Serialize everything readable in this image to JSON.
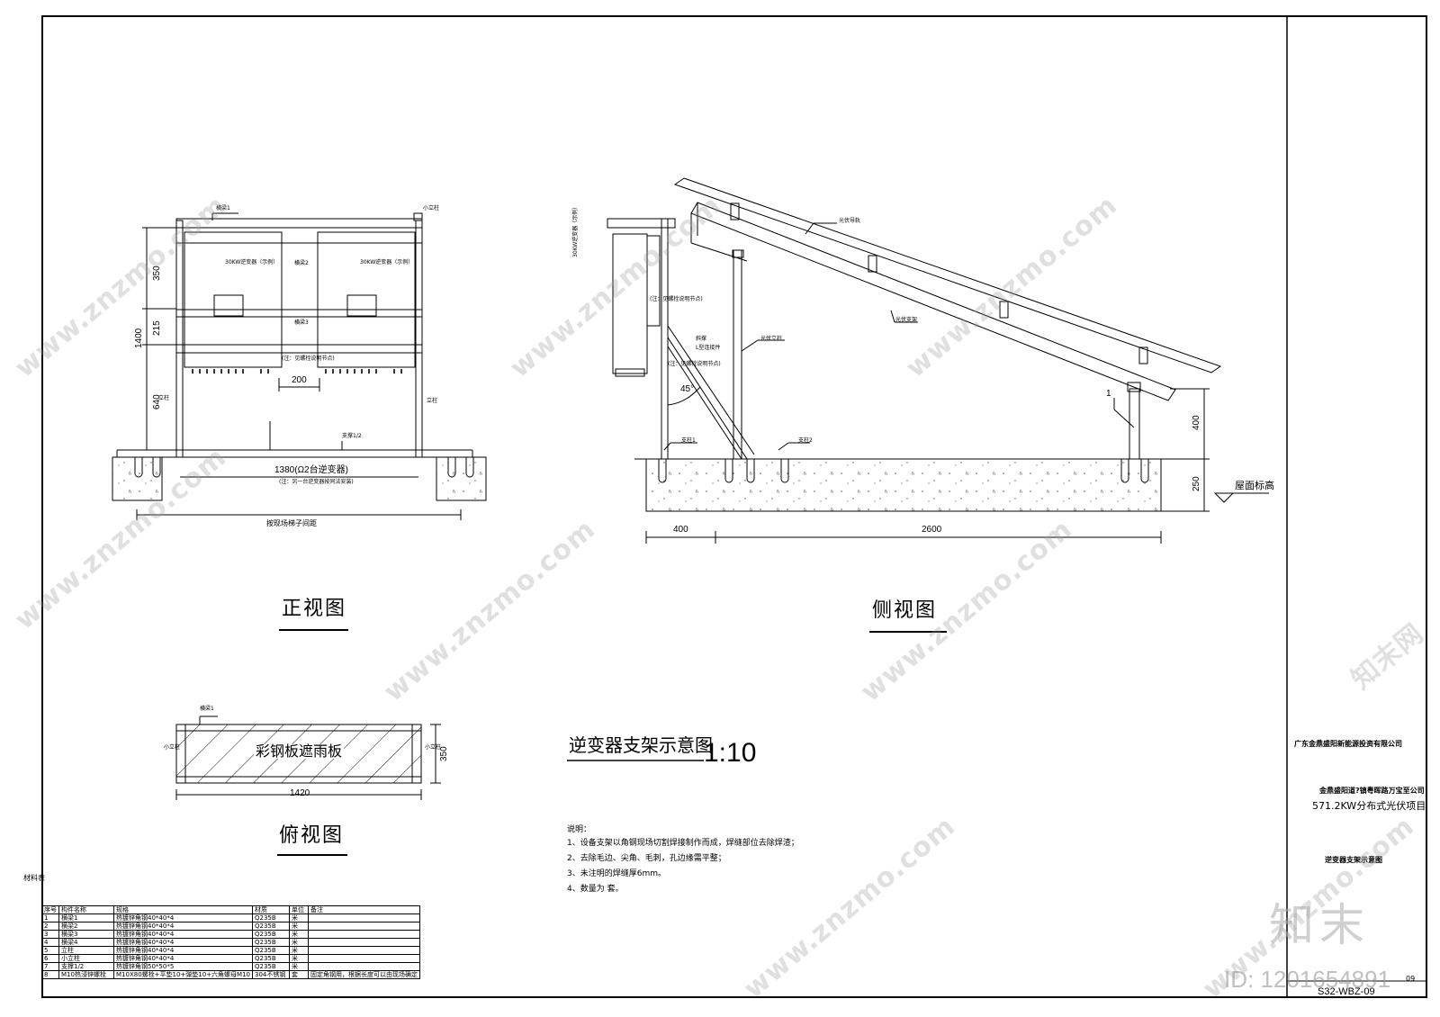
{
  "views": {
    "front": {
      "title": "正视图",
      "dims": {
        "h350": "350",
        "h215": "215",
        "h640": "640",
        "h1400": "1400",
        "w200": "200",
        "w1380": "1380(Ω2台逆变器)"
      },
      "labels": {
        "top_beam": "横梁1",
        "right_post_top": "小立柱",
        "inverter_left": "30KW逆变器（示例）",
        "inverter_right": "30KW逆变器（示例）",
        "beam2": "横梁2",
        "beam3": "横梁3",
        "bolt_note": "(注：见螺栓说明节点)",
        "beam4_note": "(注：另一台逆变器按同法安装)",
        "left_post": "立柱",
        "right_post": "立柱",
        "support": "支撑1/2",
        "base_note": "按现场梯子间距"
      }
    },
    "side": {
      "title": "侧视图",
      "dims": {
        "d400": "400",
        "d2600": "2600",
        "h400": "400",
        "h250": "250",
        "angle": "45°",
        "callout": "1"
      },
      "labels": {
        "inverter": "30KW逆变器（示例）",
        "bolt_note": "(注：见螺栓说明节点)",
        "brace_a": "斜撑",
        "brace_b": "L型连接件",
        "bolt_note2": "(注：见螺栓说明节点)",
        "panel_rail": "光伏导轨",
        "panel_support": "光伏支架",
        "column": "光伏立柱",
        "post1": "支柱1",
        "post2": "支柱2",
        "roof_level": "屋面标高"
      }
    },
    "top": {
      "title": "俯视图",
      "dims": {
        "w1420": "1420",
        "h350": "350"
      },
      "labels": {
        "beam": "横梁1",
        "left": "小立柱",
        "right": "小立柱",
        "panel": "彩钢板遮雨板"
      }
    }
  },
  "main_title": {
    "text": "逆变器支架示意图",
    "scale": "1:10"
  },
  "notes": {
    "heading": "说明：",
    "items": [
      "1、设备支架以角钢现场切割焊接制作而成，焊缝部位去除焊渣；",
      "2、去除毛边、尖角、毛刺，孔边缘需平整；",
      "3、未注明的焊缝厚6mm。",
      "4、数量为   套。"
    ]
  },
  "materials": {
    "caption": "材料表",
    "headers": [
      "序号",
      "构件名称",
      "规格",
      "材质",
      "单位",
      "备注"
    ],
    "rows": [
      [
        "1",
        "横梁1",
        "热镀锌角钢40*40*4",
        "Q235B",
        "米",
        ""
      ],
      [
        "2",
        "横梁2",
        "热镀锌角钢40*40*4",
        "Q235B",
        "米",
        ""
      ],
      [
        "3",
        "横梁3",
        "热镀锌角钢40*40*4",
        "Q235B",
        "米",
        ""
      ],
      [
        "4",
        "横梁4",
        "热镀锌角钢40*40*4",
        "Q235B",
        "米",
        ""
      ],
      [
        "5",
        "立柱",
        "热镀锌角钢40*40*4",
        "Q235B",
        "米",
        ""
      ],
      [
        "6",
        "小立柱",
        "热镀锌角钢40*40*4",
        "Q235B",
        "米",
        ""
      ],
      [
        "7",
        "支撑1/2",
        "热镀锌角钢50*50*5",
        "Q235B",
        "米",
        ""
      ],
      [
        "8",
        "M10热浸锌螺栓",
        "M10X80螺栓+平垫10+弹垫10+六角螺母M10",
        "304不锈钢",
        "套",
        "固定角钢用，根据长度可以由现场确定"
      ]
    ]
  },
  "title_block": {
    "company": "广东金鼎盛阳新能源投资有限公司",
    "project_line1": "金鼎盛阳道?镇粤晖路万宝至公司",
    "project_line2": "571.2KW分布式光伏项目",
    "drawing_name": "逆变器支架示意图",
    "drawing_no": "S32-WBZ-09",
    "sheet_no": "09"
  },
  "watermark": {
    "site": "www.znzmo.com",
    "brand": "知末网",
    "logo": "知末",
    "id": "ID: 1201654891"
  }
}
